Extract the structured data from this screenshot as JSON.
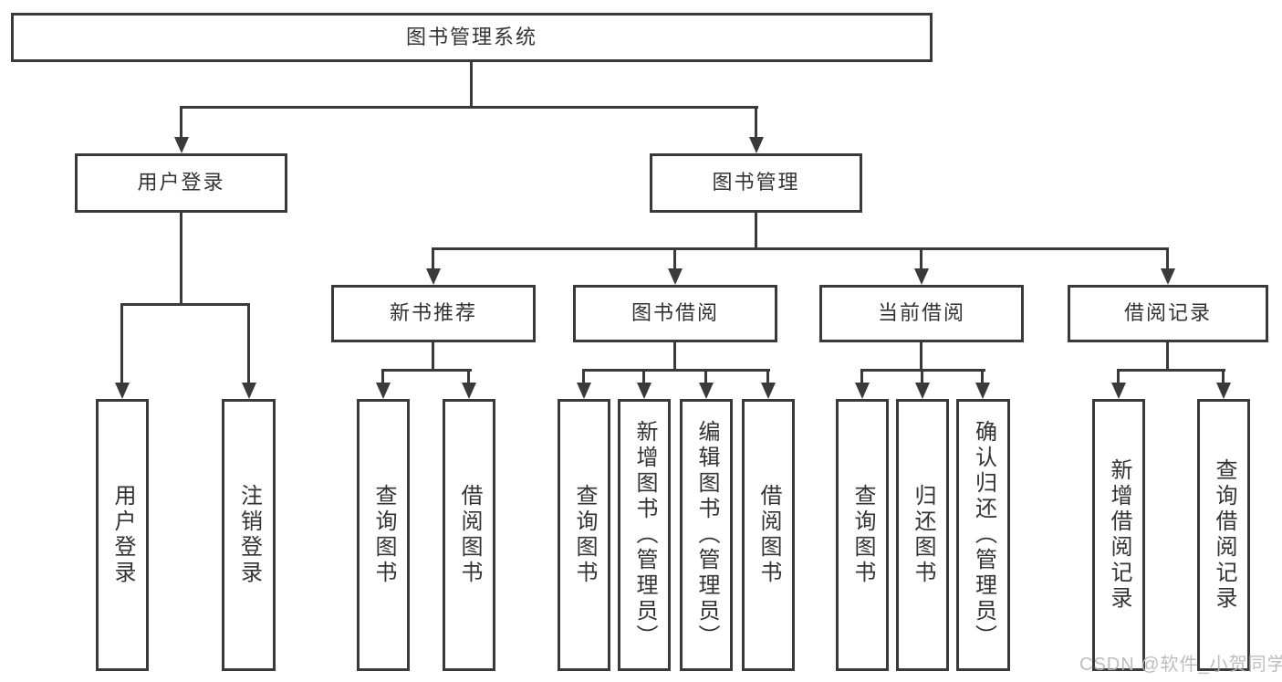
{
  "diagram": {
    "title": "图书管理系统",
    "tree": {
      "root": {
        "label": "图书管理系统"
      },
      "branches": [
        {
          "label": "用户登录",
          "children": [
            {
              "label": "用户登录"
            },
            {
              "label": "注销登录"
            }
          ]
        },
        {
          "label": "图书管理",
          "children": [
            {
              "label": "新书推荐",
              "children": [
                {
                  "label": "查询图书"
                },
                {
                  "label": "借阅图书"
                }
              ]
            },
            {
              "label": "图书借阅",
              "children": [
                {
                  "label": "查询图书"
                },
                {
                  "label": "新增图书（管理员）"
                },
                {
                  "label": "编辑图书（管理员）"
                },
                {
                  "label": "借阅图书"
                }
              ]
            },
            {
              "label": "当前借阅",
              "children": [
                {
                  "label": "查询图书"
                },
                {
                  "label": "归还图书"
                },
                {
                  "label": "确认归还（管理员）"
                }
              ]
            },
            {
              "label": "借阅记录",
              "children": [
                {
                  "label": "新增借阅记录"
                },
                {
                  "label": "查询借阅记录"
                }
              ]
            }
          ]
        }
      ]
    },
    "colors": {
      "line": "#3a3a3a",
      "text": "#333333",
      "background": "#ffffff",
      "watermark": "#b9b9b9"
    }
  },
  "watermark": {
    "text": "CSDN @软件_小贺同学"
  }
}
